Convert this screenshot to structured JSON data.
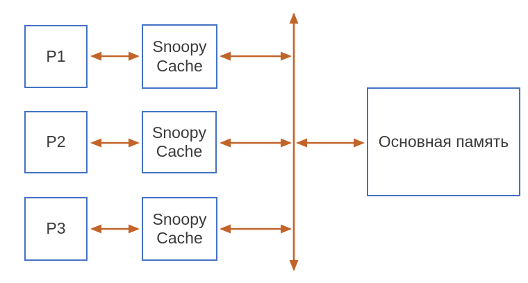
{
  "processors": [
    {
      "label": "P1"
    },
    {
      "label": "P2"
    },
    {
      "label": "P3"
    }
  ],
  "caches": [
    {
      "label": "Snoopy\nCache"
    },
    {
      "label": "Snoopy\nCache"
    },
    {
      "label": "Snoopy\nCache"
    }
  ],
  "memory": {
    "label": "Основная память"
  },
  "colors": {
    "box_border": "#4472C4",
    "arrow": "#C26429",
    "text": "#3A3A3A",
    "background": "#FFFFFF"
  }
}
